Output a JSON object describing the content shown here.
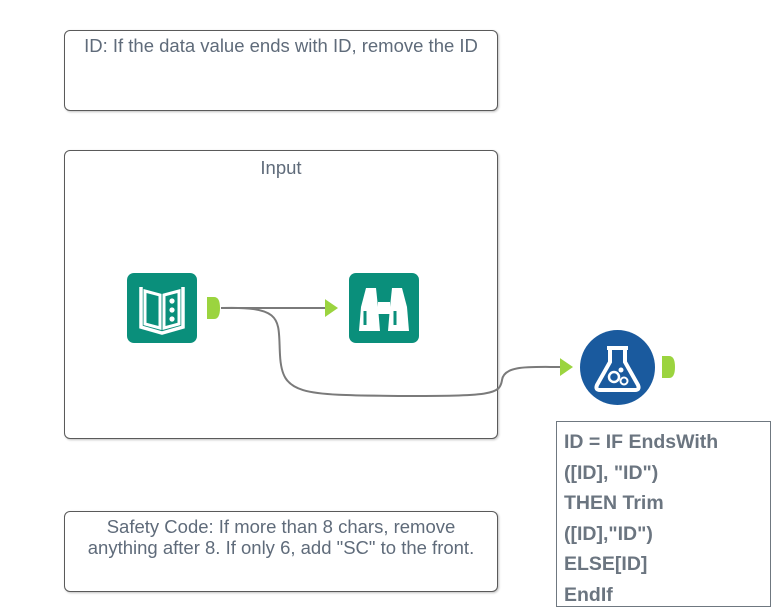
{
  "comments": {
    "top": "ID: If the data value ends with ID, remove the ID",
    "bottom": "Safety Code: If more than 8 chars, remove anything after 8. If only 6, add \"SC\" to the front."
  },
  "container": {
    "title": "Input"
  },
  "tools": [
    {
      "name": "Input Data",
      "icon": "book-icon",
      "color": "#0a8f7b"
    },
    {
      "name": "Browse",
      "icon": "binoculars-icon",
      "color": "#0a8f7b"
    },
    {
      "name": "Formula",
      "icon": "flask-icon",
      "color": "#1a5a9e"
    }
  ],
  "formula_annotation": {
    "lines": [
      "ID = IF EndsWith",
      "([ID], \"ID\")",
      "THEN Trim",
      "([ID],\"ID\")",
      "ELSE[ID]",
      "EndIf"
    ]
  },
  "colors": {
    "anchor": "#9bd43f",
    "input_tool": "#0a8f7b",
    "formula_tool": "#1a5a9e"
  }
}
